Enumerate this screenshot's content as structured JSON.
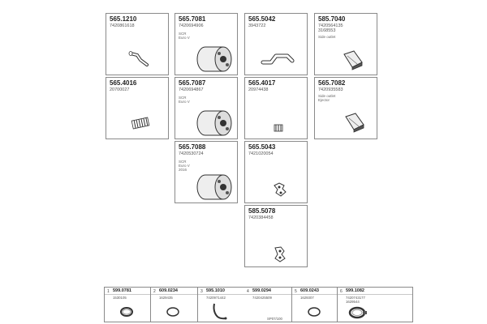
{
  "parts": [
    {
      "code": "565.1210",
      "oem": [
        "7420861618"
      ],
      "notes": []
    },
    {
      "code": "565.7081",
      "oem": [
        "7420694906"
      ],
      "notes": [
        "SCR",
        "Euro V"
      ]
    },
    {
      "code": "565.5042",
      "oem": [
        "3943722"
      ],
      "notes": []
    },
    {
      "code": "585.7040",
      "oem": [
        "7420564135",
        "3168553"
      ],
      "notes": [
        "Side outlet"
      ]
    },
    {
      "code": "565.4016",
      "oem": [
        "20700027"
      ],
      "notes": []
    },
    {
      "code": "565.7087",
      "oem": [
        "7420694867"
      ],
      "notes": [
        "SCR",
        "Euro V"
      ]
    },
    {
      "code": "565.4017",
      "oem": [
        "20974438"
      ],
      "notes": []
    },
    {
      "code": "565.7082",
      "oem": [
        "7420935583"
      ],
      "notes": [
        "Side outlet",
        "Ejector"
      ]
    },
    {
      "code": "565.7088",
      "oem": [
        "7420530724"
      ],
      "notes": [
        "SCR",
        "Euro V",
        "2016"
      ]
    },
    {
      "code": "565.5043",
      "oem": [
        "7421020054"
      ],
      "notes": []
    },
    {
      "code": "585.5078",
      "oem": [
        "7420384458"
      ],
      "notes": []
    }
  ],
  "accessories": [
    {
      "num": "1",
      "code": "599.0781",
      "oem": [
        "1530105"
      ],
      "extra": ""
    },
    {
      "num": "2",
      "code": "609.0234",
      "oem": [
        "1629435"
      ],
      "extra": ""
    },
    {
      "num": "3",
      "code": "595.1010",
      "oem": [
        "7420971442"
      ],
      "extra": ""
    },
    {
      "num": "4",
      "code": "599.0294",
      "oem": [
        "7420425509"
      ],
      "extra": "SP07/100"
    },
    {
      "num": "5",
      "code": "609.0243",
      "oem": [
        "1629307"
      ],
      "extra": ""
    },
    {
      "num": "6",
      "code": "599.1082",
      "oem": [
        "7420743177",
        "1629544"
      ],
      "extra": ""
    }
  ]
}
